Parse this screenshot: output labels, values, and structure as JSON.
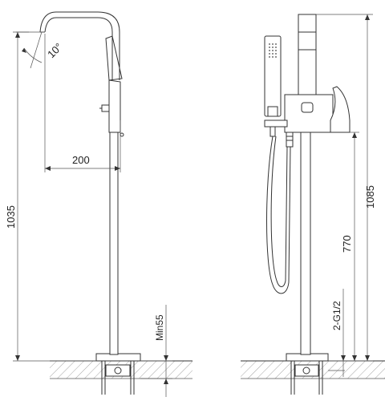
{
  "dimensions": {
    "spout_angle": "10°",
    "spout_reach": "200",
    "total_height_front": "1035",
    "total_height_side": "1085",
    "handle_height": "770",
    "min_depth": "Min55",
    "inlet_thread": "2-G1/2"
  },
  "colors": {
    "line": "#333333",
    "hatch": "#666666",
    "background": "#ffffff"
  }
}
